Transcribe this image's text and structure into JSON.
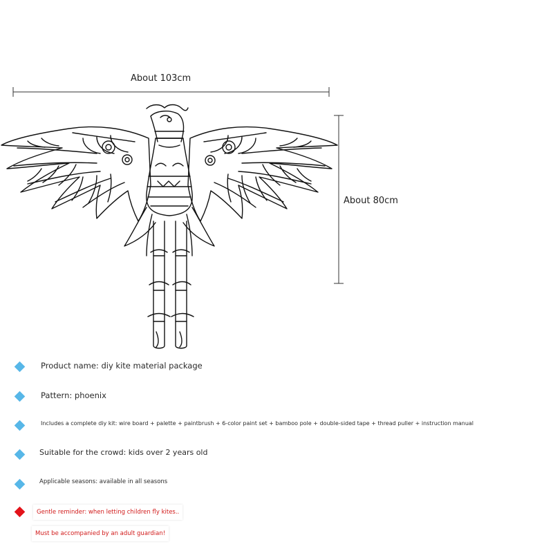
{
  "dimensions": {
    "width_label": "About 103cm",
    "height_label": "About 80cm"
  },
  "kite": {
    "icon": "phoenix-kite-illustration"
  },
  "specs": [
    {
      "text": "Product name: diy kite material package",
      "bullet_color": "#57b7e8"
    },
    {
      "text": "Pattern: phoenix",
      "bullet_color": "#57b7e8"
    },
    {
      "text": "Includes a complete diy kit: wire board + palette + paintbrush + 6-color paint set + bamboo pole + double-sided tape + thread puller + instruction manual",
      "bullet_color": "#57b7e8"
    },
    {
      "text": "Suitable for the crowd: kids over 2 years old",
      "bullet_color": "#57b7e8"
    },
    {
      "text": "Applicable seasons: available in all seasons",
      "bullet_color": "#57b7e8"
    }
  ],
  "reminder": {
    "line1": "Gentle reminder: when letting children fly kites..",
    "line2": "Must be accompanied by an adult guardian!",
    "bullet_color": "#e3131a",
    "text_color": "#d11a1a"
  }
}
